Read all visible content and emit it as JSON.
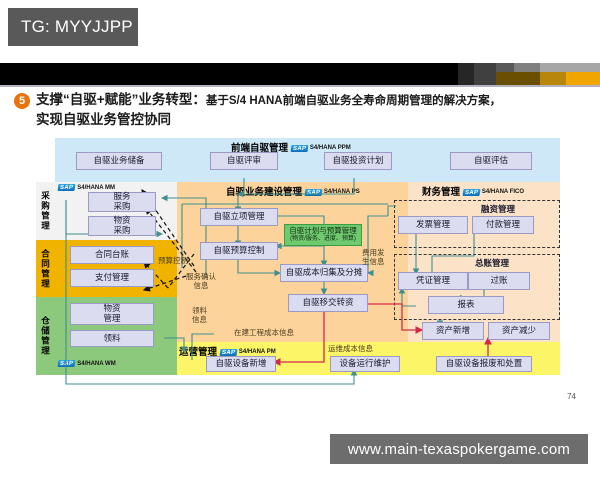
{
  "watermark": {
    "badge": "TG: MYYJJPP",
    "footer_url": "www.main-texaspokergame.com"
  },
  "slide": {
    "number_badge": "5",
    "heading_line1": "支撑“自驱+赋能”业务转型：",
    "heading_line1b": "基于S/4 HANA前端自驱业务全寿命周期管理的解决方案，",
    "heading_line2": "实现自驱业务管控协同",
    "page_number": "74"
  },
  "diagram": {
    "sections": {
      "front": {
        "title": "前端自驱管理",
        "sap": "S4/HANA PPM"
      },
      "ps": {
        "title": "自驱业务建设管理",
        "sap": "S4/HANA PS"
      },
      "fico": {
        "title": "财务管理",
        "sap": "S4/HANA FICO"
      },
      "ops": {
        "title": "运营管理",
        "sap": "S4/HANA PM"
      },
      "mm": {
        "sap": "S4/HANA MM"
      },
      "wm": {
        "sap": "S4/HANA WM"
      }
    },
    "side_labels": [
      {
        "name": "procurement",
        "text": "采购管理"
      },
      {
        "name": "contract",
        "text": "合同管理"
      },
      {
        "name": "warehouse",
        "text": "仓储管理"
      }
    ],
    "front_nodes": [
      {
        "name": "business-reserve",
        "text": "自驱业务储备"
      },
      {
        "name": "review",
        "text": "自驱评审"
      },
      {
        "name": "investment-plan",
        "text": "自驱投资计划"
      },
      {
        "name": "evaluation",
        "text": "自驱评估"
      }
    ],
    "mm_nodes": [
      {
        "name": "service-procurement",
        "text": "服务\n采购"
      },
      {
        "name": "material-procurement",
        "text": "物资\n采购"
      }
    ],
    "contract_nodes": [
      {
        "name": "contract-ledger",
        "text": "合同台账"
      },
      {
        "name": "payment-management",
        "text": "支付管理"
      }
    ],
    "warehouse_nodes": [
      {
        "name": "material-management",
        "text": "物资\n管理"
      },
      {
        "name": "material-requisition",
        "text": "领料"
      }
    ],
    "ps_nodes": [
      {
        "name": "project-initiation",
        "text": "自驱立项管理"
      },
      {
        "name": "budget-control",
        "text": "自驱预算控制"
      },
      {
        "name": "cost-collection",
        "text": "自驱成本归集及分摊"
      },
      {
        "name": "transfer-to-asset",
        "text": "自驱移交转资"
      }
    ],
    "plan_budget_node": {
      "name": "plan-budget-management",
      "title": "自驱计划与预算管理",
      "sub": "(物资/服务、进度、预算)"
    },
    "fico_nodes": [
      {
        "name": "financing-management",
        "text": "融资管理"
      },
      {
        "name": "invoice-management",
        "text": "发票管理"
      },
      {
        "name": "payment-mgmt-fi",
        "text": "付款管理"
      },
      {
        "name": "general-ledger",
        "text": "总账管理"
      },
      {
        "name": "voucher-management",
        "text": "凭证管理"
      },
      {
        "name": "posting",
        "text": "过账"
      },
      {
        "name": "report",
        "text": "报表"
      },
      {
        "name": "asset-addition",
        "text": "资产新增"
      },
      {
        "name": "asset-reduction",
        "text": "资产减少"
      }
    ],
    "ops_nodes": [
      {
        "name": "equipment-addition",
        "text": "自驱设备新增"
      },
      {
        "name": "equipment-maintenance",
        "text": "设备运行维护"
      },
      {
        "name": "equipment-scrap",
        "text": "自驱设备报废和处置"
      }
    ],
    "flow_labels": [
      {
        "name": "budget-control-label",
        "text": "预算控制"
      },
      {
        "name": "service-confirm-label",
        "text": "服务确认\n信息"
      },
      {
        "name": "requisition-info-label",
        "text": "领料\n信息"
      },
      {
        "name": "wip-cost-label",
        "text": "在建工程成本信息"
      },
      {
        "name": "expense-occurred-label",
        "text": "费用发\n生信息"
      },
      {
        "name": "om-cost-label",
        "text": "运维成本信息"
      }
    ],
    "colors": {
      "front_band": "#cfe8f7",
      "ps_band": "#fcd49b",
      "fico_band": "#fce3c8",
      "contract_band": "#f0b400",
      "warehouse_band": "#8cc97c",
      "ops_band": "#fdf568",
      "node_fill": "#dcdcf0",
      "green_node": "#6fc96f",
      "teal_wire": "#3f8f8f",
      "red_wire": "#d42a4a",
      "accent_orange": "#e8720c"
    }
  }
}
